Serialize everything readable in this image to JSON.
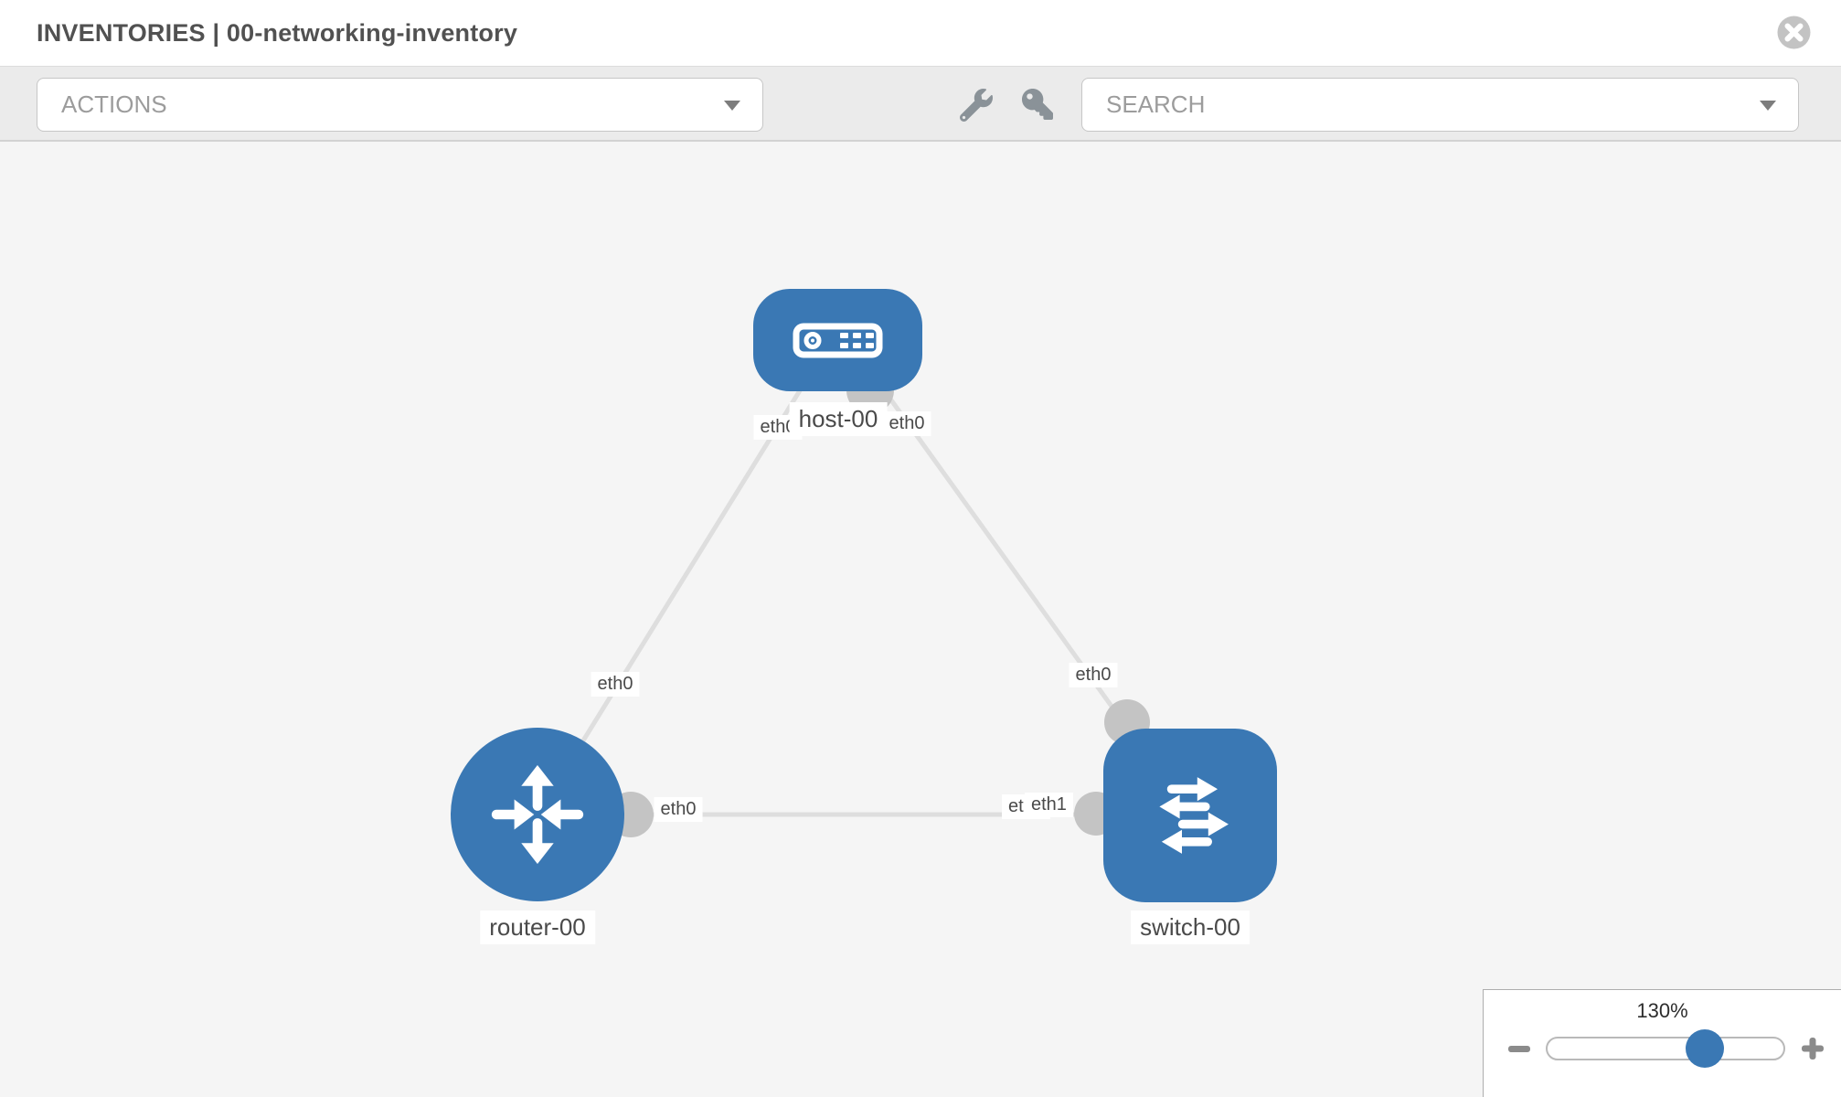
{
  "header": {
    "title": "INVENTORIES | 00-networking-inventory"
  },
  "toolbar": {
    "actions": {
      "label": "ACTIONS"
    },
    "search": {
      "label": "SEARCH"
    }
  },
  "icons": {
    "close": "x-circle",
    "actions_caret": "chevron-down",
    "search_caret": "chevron-down",
    "tools": [
      "wrench",
      "key"
    ],
    "zoom_out": "minus",
    "zoom_in": "plus"
  },
  "topology": {
    "nodes": [
      {
        "name": "host-00",
        "type": "host"
      },
      {
        "name": "router-00",
        "type": "router"
      },
      {
        "name": "switch-00",
        "type": "switch"
      }
    ],
    "links": [
      {
        "source": "host-00",
        "source_interface": "eth0",
        "target": "router-00",
        "target_interface": "eth0"
      },
      {
        "source": "host-00",
        "source_interface": "eth0",
        "target": "switch-00",
        "target_interface": "eth0"
      },
      {
        "source": "router-00",
        "source_interface": "eth0",
        "target": "switch-00",
        "target_interface": "eth1",
        "target_interface_overlapped": "eth0"
      }
    ]
  },
  "zoom_control": {
    "level_label": "130%",
    "percent": 130
  },
  "colors": {
    "node_blue": "#3a78b4",
    "link_gray": "#dedede",
    "connector_gray": "#c4c4c4",
    "canvas_bg": "#f5f5f5",
    "toolbar_bg": "#ebebeb",
    "icon_gray": "#8a9298"
  }
}
